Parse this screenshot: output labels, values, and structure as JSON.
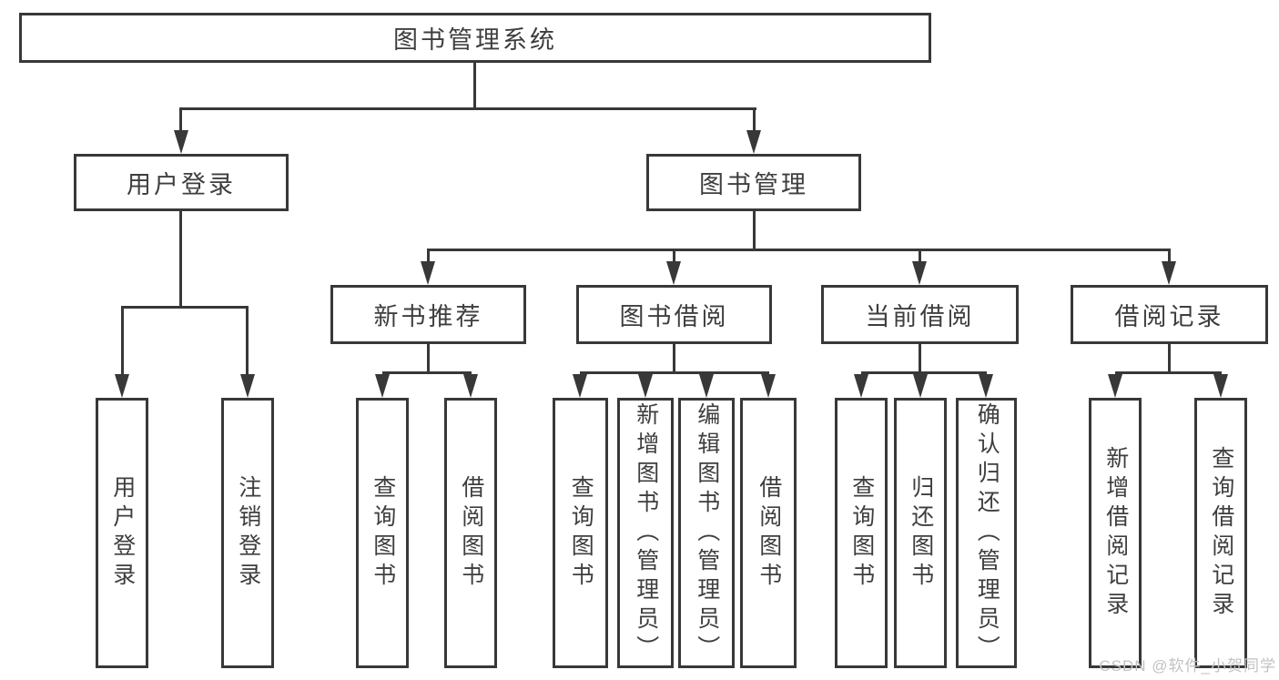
{
  "colors": {
    "line": "#383838",
    "text": "#3e3e3e",
    "watermark": "#c2c2c2",
    "background": "#ffffff"
  },
  "tree": {
    "root": {
      "label": "图书管理系统"
    },
    "branches": [
      {
        "label": "用户登录",
        "leaves": [
          "用户登录",
          "注销登录"
        ]
      },
      {
        "label": "图书管理",
        "groups": [
          {
            "label": "新书推荐",
            "leaves": [
              "查询图书",
              "借阅图书"
            ]
          },
          {
            "label": "图书借阅",
            "leaves": [
              "查询图书",
              "新增图书（管理员）",
              "编辑图书（管理员）",
              "借阅图书"
            ]
          },
          {
            "label": "当前借阅",
            "leaves": [
              "查询图书",
              "归还图书",
              "确认归还（管理员）"
            ]
          },
          {
            "label": "借阅记录",
            "leaves": [
              "新增借阅记录",
              "查询借阅记录"
            ]
          }
        ]
      }
    ]
  },
  "watermark": "CSDN @软件_小贺同学"
}
